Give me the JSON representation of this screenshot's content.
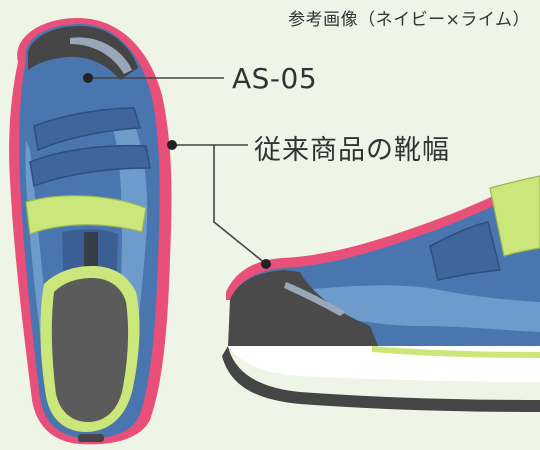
{
  "caption": "参考画像（ネイビー×ライム）",
  "callouts": {
    "model": "AS-05",
    "conventional_width": "従来商品の靴幅"
  },
  "colors": {
    "background": "#eef4e6",
    "navy": "#4a76b0",
    "blue_light": "#6d9bcc",
    "lime": "#cbe67a",
    "pink": "#e8507a",
    "dark_gray": "#4a4a4a",
    "sole_white": "#ffffff"
  }
}
